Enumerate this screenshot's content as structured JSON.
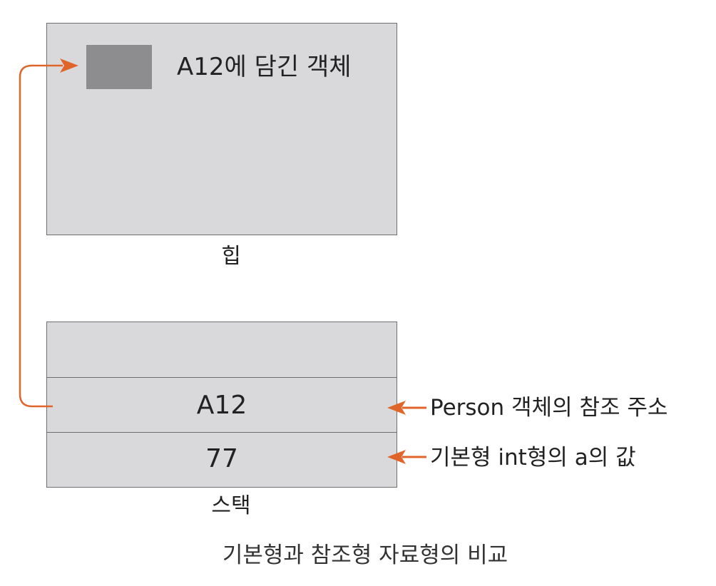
{
  "heap": {
    "object_label": "A12에 담긴 객체",
    "label": "힙"
  },
  "stack": {
    "ref_value": "A12",
    "prim_value": "77",
    "label": "스택"
  },
  "annotations": {
    "ref": "Person 객체의 참조 주소",
    "prim": "기본형 int형의 a의 값"
  },
  "caption": "기본형과 참조형 자료형의 비교",
  "colors": {
    "arrow": "#e0652b",
    "box_fill": "#d9d9dc",
    "object_fill": "#8d8d90",
    "border": "#6e6e70"
  }
}
